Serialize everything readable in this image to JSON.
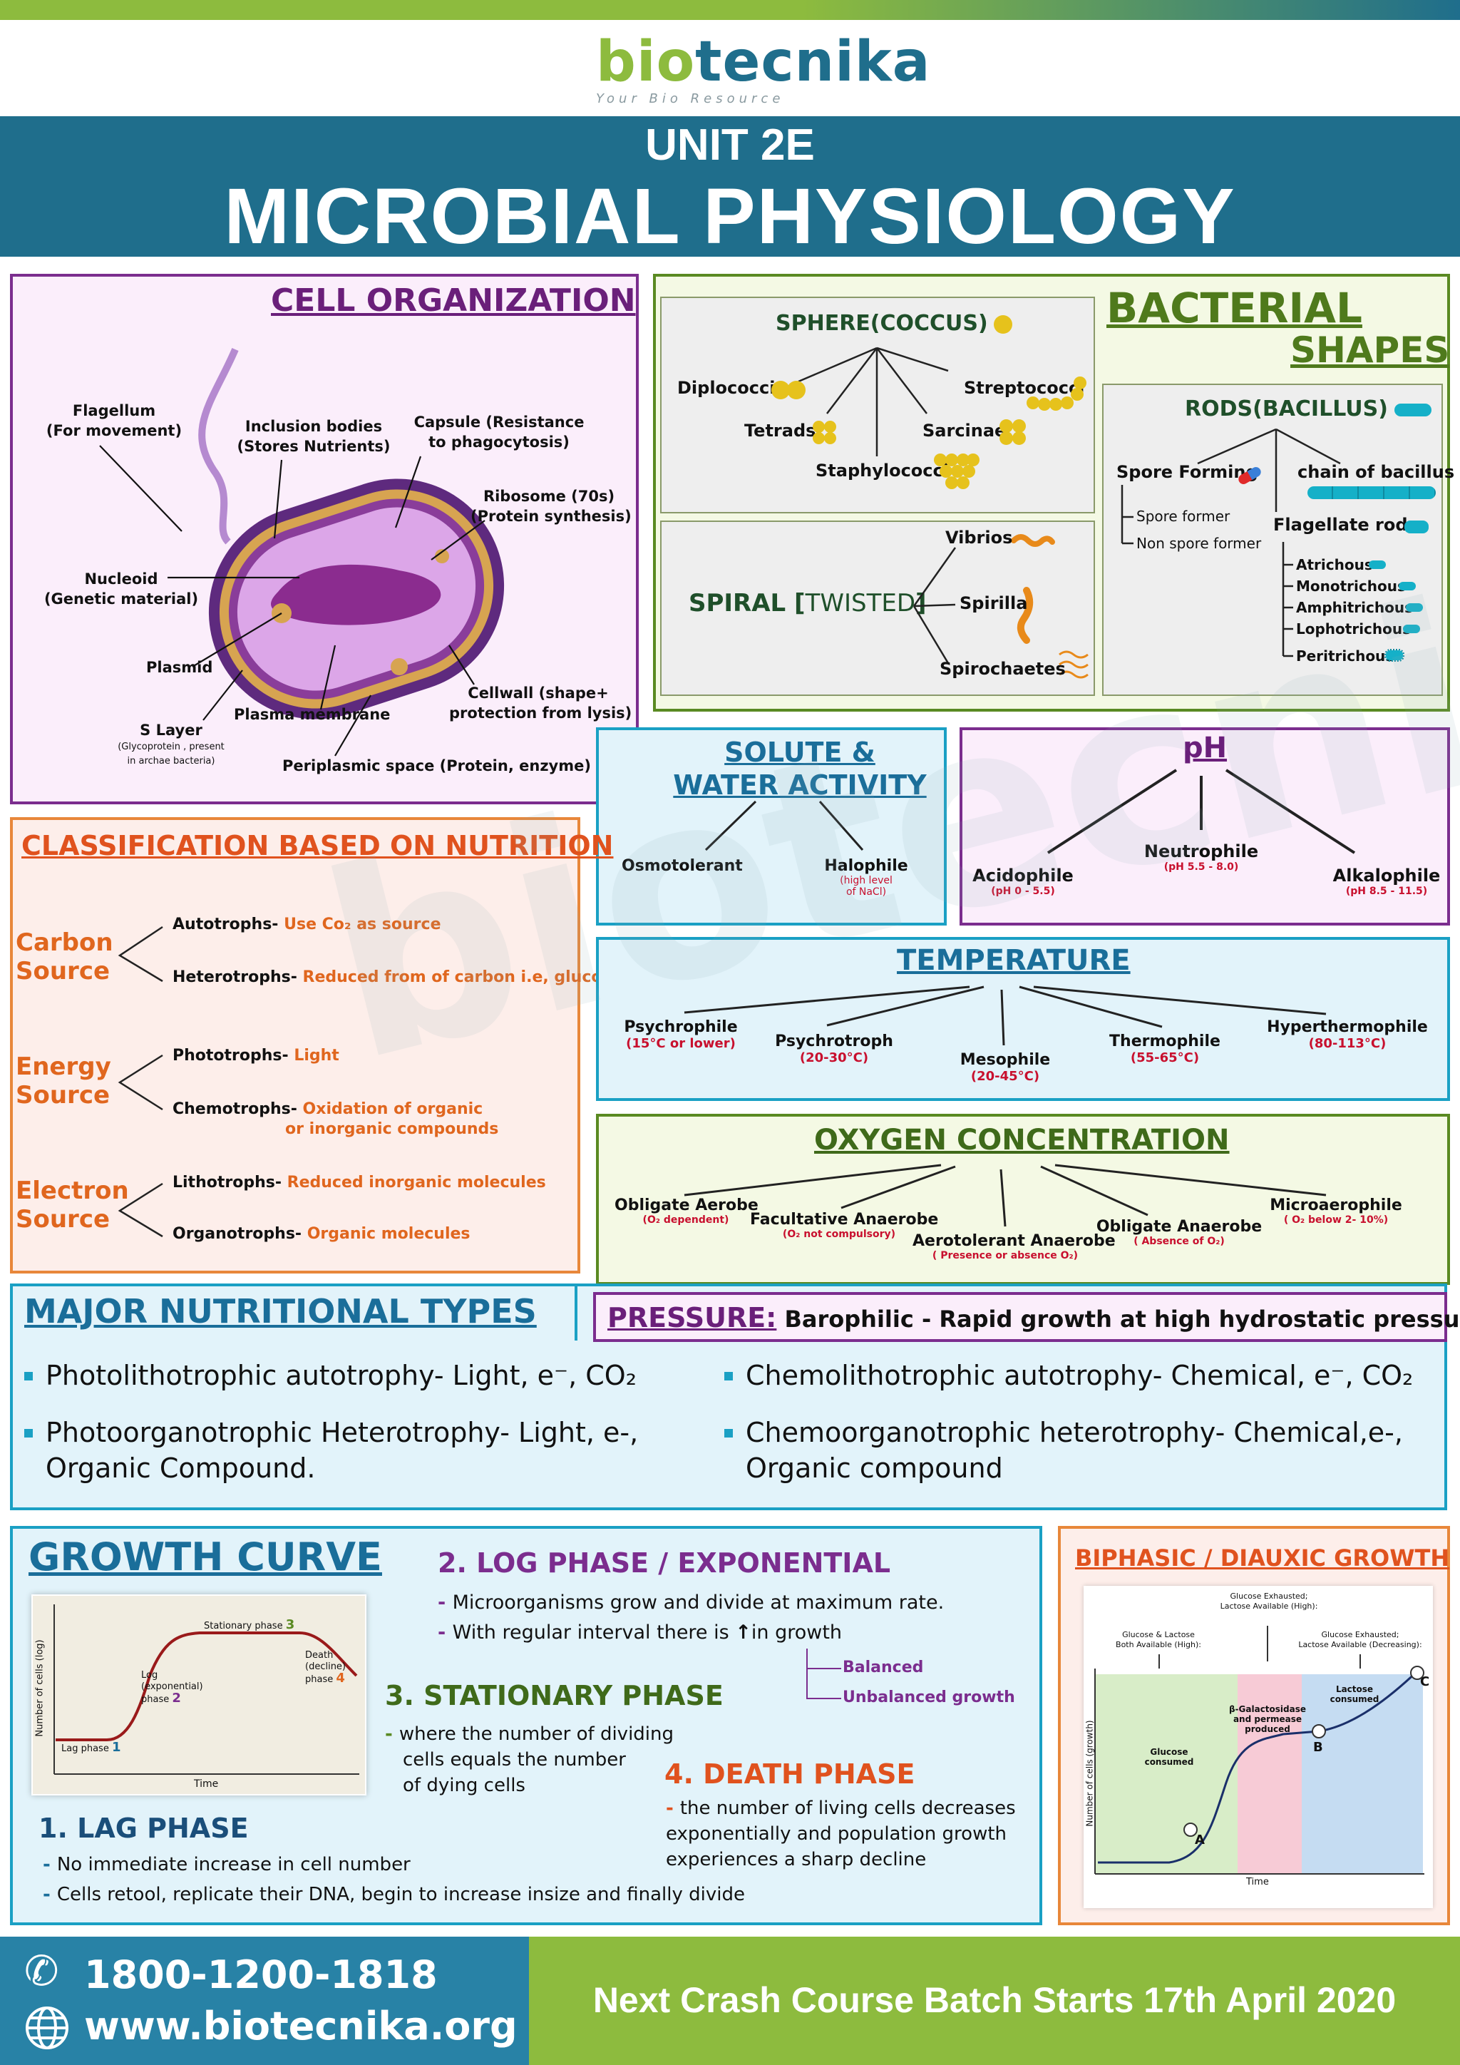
{
  "brand": {
    "logo_main": "biotecnika",
    "logo_sub": "Your Bio Resource",
    "watermark": "biotecnika"
  },
  "header": {
    "unit": "UNIT 2E",
    "title": "MICROBIAL PHYSIOLOGY"
  },
  "cell_org": {
    "title": "CELL ORGANIZATION",
    "labels": {
      "flagellum": "Flagellum",
      "flagellum_sub": "(For movement)",
      "inclusion": "Inclusion bodies",
      "inclusion_sub": "(Stores Nutrients)",
      "capsule": "Capsule (Resistance",
      "capsule_sub": "to phagocytosis)",
      "ribosome": "Ribosome (70s)",
      "ribosome_sub": "(Protein synthesis)",
      "nucleoid": "Nucleoid",
      "nucleoid_sub": "(Genetic material)",
      "plasmid": "Plasmid",
      "cellwall": "Cellwall (shape+",
      "cellwall_sub": "protection from lysis)",
      "plasma": "Plasma membrane",
      "slayer": "S Layer",
      "slayer_sub1": "(Glycoprotein , present",
      "slayer_sub2": "in archae bacteria)",
      "periplasmic": "Periplasmic space (Protein, enzyme)"
    }
  },
  "shapes": {
    "title1": "BACTERIAL",
    "title2": "SHAPES",
    "coccus": {
      "title": "SPHERE(COCCUS)",
      "items": [
        "Diplococci",
        "Streptococci",
        "Tetrads",
        "Sarcinae",
        "Staphylococci"
      ]
    },
    "spiral": {
      "title_a": "SPIRAL [",
      "title_b": "TWISTED",
      "title_c": "]",
      "items": [
        "Vibrios",
        "Spirilla",
        "Spirochaetes"
      ]
    },
    "rods": {
      "title": "RODS(BACILLUS)",
      "spore": "Spore Forming",
      "chain": "chain of bacillus",
      "spore_items": [
        "Spore former",
        "Non spore former"
      ],
      "flag": "Flagellate rods",
      "flag_items": [
        "Atrichous",
        "Monotrichous",
        "Amphitrichous",
        "Lophotrichous",
        "Peritrichous"
      ]
    }
  },
  "solute": {
    "title1": "SOLUTE  &",
    "title2": "WATER ACTIVITY",
    "osmo": "Osmotolerant",
    "halo": "Halophile",
    "halo_sub1": "(high level",
    "halo_sub2": "of  NaCl)"
  },
  "ph": {
    "title": "pH",
    "items": [
      {
        "name": "Acidophile",
        "range": "(pH 0 - 5.5)"
      },
      {
        "name": "Neutrophile",
        "range": "(pH 5.5 - 8.0)"
      },
      {
        "name": "Alkalophile",
        "range": "(pH 8.5 - 11.5)"
      }
    ]
  },
  "nutrition": {
    "title": "CLASSIFICATION BASED ON NUTRITION",
    "groups": [
      {
        "l1": "Carbon",
        "l2": "Source",
        "a": "Autotrophs- ",
        "a_desc": "Use Co₂ as source",
        "b": "Heterotrophs- ",
        "b_desc": "Reduced from of carbon i.e, glucose",
        "b_desc2": ""
      },
      {
        "l1": "Energy",
        "l2": "Source",
        "a": "Phototrophs- ",
        "a_desc": "Light",
        "b": "Chemotrophs- ",
        "b_desc": "Oxidation of organic",
        "b_desc2": "or inorganic compounds"
      },
      {
        "l1": "Electron",
        "l2": "Source",
        "a": "Lithotrophs- ",
        "a_desc": "Reduced inorganic molecules",
        "b": "Organotrophs- ",
        "b_desc": "Organic molecules",
        "b_desc2": ""
      }
    ]
  },
  "temperature": {
    "title": "TEMPERATURE",
    "items": [
      {
        "name": "Psychrophile",
        "range": "(15°C or lower)"
      },
      {
        "name": "Psychrotroph",
        "range": "(20-30°C)"
      },
      {
        "name": "Mesophile",
        "range": "(20-45°C)"
      },
      {
        "name": "Thermophile",
        "range": "(55-65°C)"
      },
      {
        "name": "Hyperthermophile",
        "range": "(80-113°C)"
      }
    ]
  },
  "oxygen": {
    "title": "OXYGEN CONCENTRATION",
    "items": [
      {
        "name": "Obligate Aerobe",
        "note": "(O₂ dependent)"
      },
      {
        "name": "Facultative Anaerobe",
        "note": "(O₂ not compulsory)"
      },
      {
        "name": "Aerotolerant Anaerobe",
        "note": "( Presence or absence O₂)"
      },
      {
        "name": "Obligate Anaerobe",
        "note": "( Absence of O₂)"
      },
      {
        "name": "Microaerophile",
        "note": "( O₂ below 2- 10%)"
      }
    ]
  },
  "major": {
    "title": "MAJOR NUTRITIONAL TYPES",
    "items": [
      {
        "l1": "Photolithotrophic autotrophy- Light, e⁻, CO₂",
        "l2": ""
      },
      {
        "l1": "Chemolithotrophic autotrophy- Chemical, e⁻, CO₂",
        "l2": ""
      },
      {
        "l1": "Photoorganotrophic Heterotrophy- Light, e-,",
        "l2": "Organic Compound."
      },
      {
        "l1": "Chemoorganotrophic heterotrophy- Chemical,e-,",
        "l2": "Organic compound"
      }
    ]
  },
  "pressure": {
    "title": "PRESSURE:",
    "text": " Barophilic - Rapid growth at high hydrostatic pressures."
  },
  "growth": {
    "title": "GROWTH CURVE",
    "graph": {
      "ylabel": "Number of cells (log)",
      "xlabel": "Time",
      "lag": "Lag phase",
      "lag_n": "1",
      "log1": "Log",
      "log2": "(exponential)",
      "log3": "phase",
      "log_n": "2",
      "stat": "Stationary phase",
      "stat_n": "3",
      "death1": "Death",
      "death2": "(decline)",
      "death3": "phase",
      "death_n": "4"
    },
    "log_phase": {
      "title": "2. LOG PHASE / EXPONENTIAL",
      "p1": "Microorganisms grow and divide at maximum rate.",
      "p2a": "With regular interval there is ",
      "p2b": "in growth",
      "bal": "Balanced",
      "unbal": "Unbalanced growth"
    },
    "stationary": {
      "title": "3. STATIONARY PHASE",
      "l1": "where  the number of dividing",
      "l2": "cells equals the number",
      "l3": "of dying cells"
    },
    "death": {
      "title": "4. DEATH PHASE",
      "l1": "the number of living cells decreases",
      "l2": "exponentially and population growth",
      "l3": "experiences a sharp decline"
    },
    "lag_phase": {
      "title": "1. LAG PHASE",
      "p1": "No immediate increase in cell number",
      "p2": "Cells retool, replicate their DNA, begin to increase insize and finally divide"
    }
  },
  "biphasic": {
    "title": "BIPHASIC / DIAUXIC GROWTH",
    "top1": "Glucose Exhausted;",
    "top2": "Lactose Available (High):",
    "left1": "Glucose  & Lactose",
    "left2": "Both Available  (High):",
    "right1": "Glucose  Exhausted;",
    "right2": "Lactose Available  (Decreasing):",
    "ylabel": "Number of cells (growth)",
    "xlabel": "Time",
    "glucose": "Glucose",
    "glucose2": "consumed",
    "beta1": "β-Galactosidase",
    "beta2": "and permease",
    "beta3": "produced",
    "lactose": "Lactose",
    "lactose2": "consumed",
    "pa": "A",
    "pb": "B",
    "pc": "C"
  },
  "footer": {
    "phone": "1800-1200-1818",
    "web": "www.biotecnika.org",
    "batch": "Next Crash Course Batch Starts 17th April 2020"
  },
  "colors": {
    "accent_green": "#8dbb3e",
    "header_blue": "#1f6e8c",
    "purple": "#7b2d8e",
    "teal": "#1aa0c4",
    "orange": "#e0661e"
  }
}
